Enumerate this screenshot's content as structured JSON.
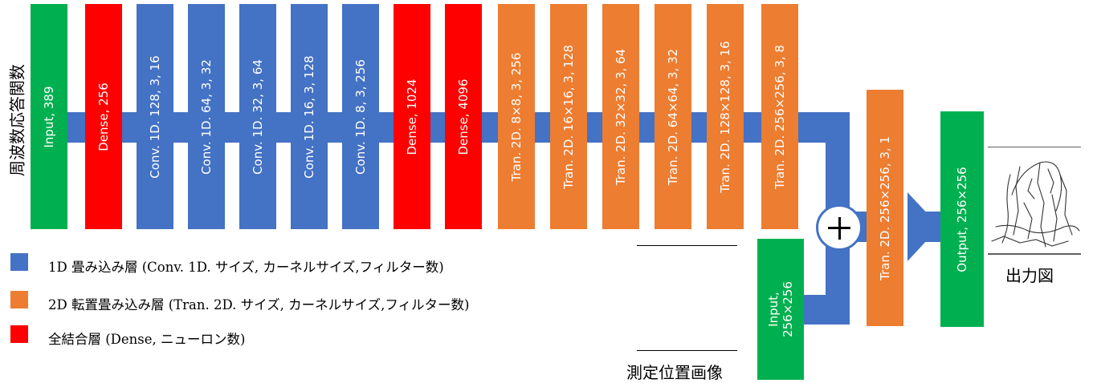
{
  "left_label": "周波数応答関数",
  "layers": [
    {
      "label": "Input, 389",
      "kind": "input"
    },
    {
      "label": "Dense, 256",
      "kind": "dense"
    },
    {
      "label": "Conv. 1D. 128, 3, 16",
      "kind": "conv"
    },
    {
      "label": "Conv. 1D.  64, 3, 32",
      "kind": "conv"
    },
    {
      "label": "Conv. 1D.  32, 3, 64",
      "kind": "conv"
    },
    {
      "label": "Conv. 1D.  16, 3, 128",
      "kind": "conv"
    },
    {
      "label": "Conv. 1D.  8, 3, 256",
      "kind": "conv"
    },
    {
      "label": "Dense, 1024",
      "kind": "dense"
    },
    {
      "label": "Dense, 4096",
      "kind": "dense"
    },
    {
      "label": "Tran. 2D. 8×8, 3, 256",
      "kind": "tran"
    },
    {
      "label": "Tran. 2D. 16×16, 3, 128",
      "kind": "tran"
    },
    {
      "label": "Tran. 2D. 32×32, 3, 64",
      "kind": "tran"
    },
    {
      "label": "Tran. 2D. 64×64, 3, 32",
      "kind": "tran"
    },
    {
      "label": "Tran. 2D. 128×128, 3, 16",
      "kind": "tran"
    },
    {
      "label": "Tran. 2D. 256×256, 3, 8",
      "kind": "tran"
    }
  ],
  "image_input": {
    "line1": "Input,",
    "line2": "256×256"
  },
  "image_input_label": "測定位置画像",
  "merge_symbol": "+",
  "final_tran": {
    "label": "Tran. 2D. 256×256, 3, 1"
  },
  "output": {
    "label": "Output, 256×256"
  },
  "output_label": "出力図",
  "legend": [
    {
      "text": "1D 畳み込み層 (Conv. 1D. サイズ, カーネルサイズ,フィルター数)",
      "color": "#4472C4"
    },
    {
      "text": "2D 転置畳み込み層 (Tran. 2D. サイズ, カーネルサイズ,フィルター数)",
      "color": "#ED7D31"
    },
    {
      "text": "全結合層 (Dense, ニューロン数)",
      "color": "#FF0000"
    }
  ],
  "colors": {
    "input": "#00B050",
    "dense": "#FF0000",
    "conv": "#4472C4",
    "tran": "#ED7D31",
    "connector": "#4472C4"
  }
}
